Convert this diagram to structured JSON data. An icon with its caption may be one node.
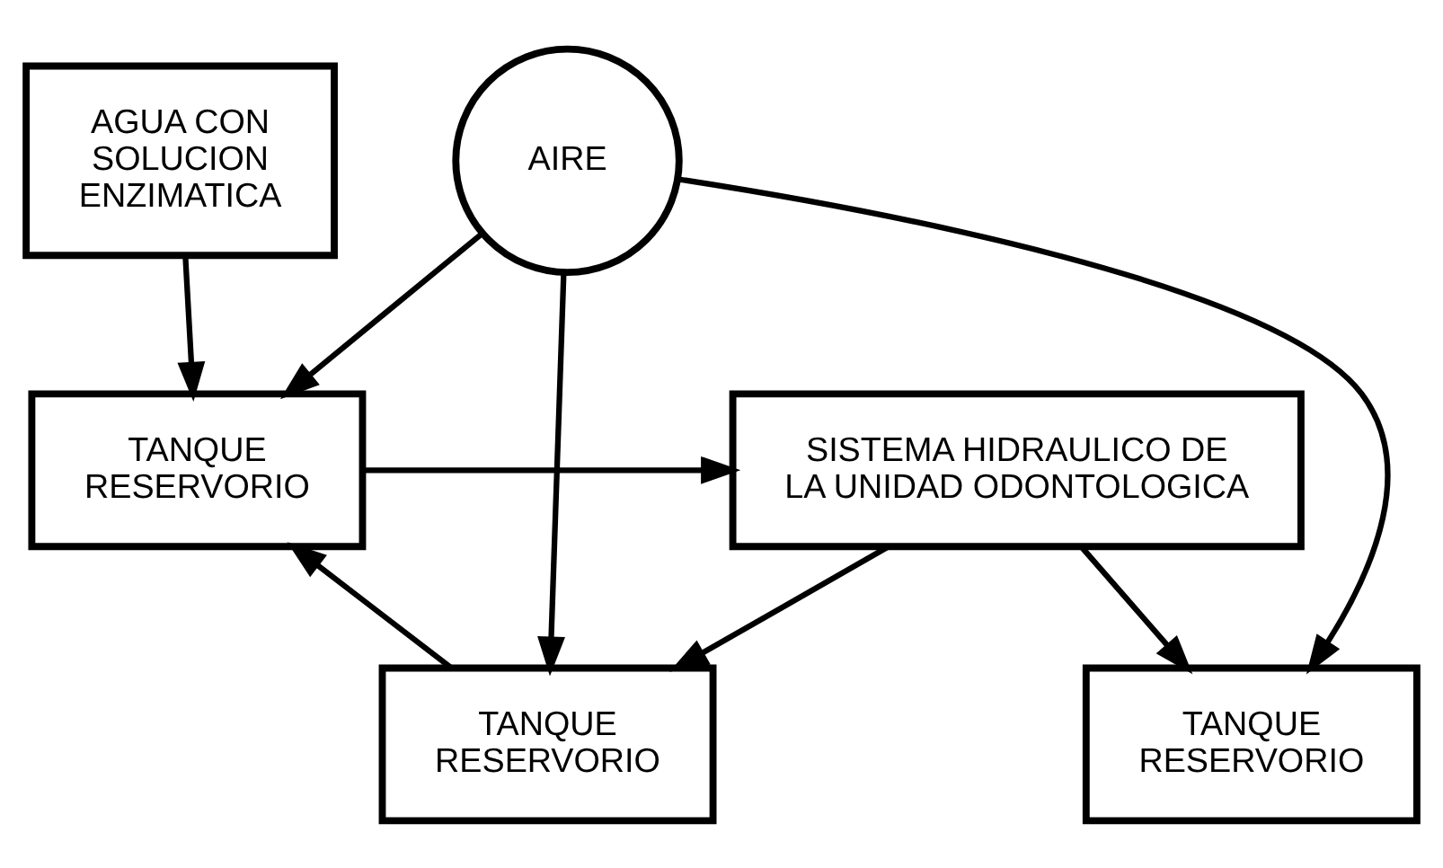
{
  "diagram": {
    "nodes": [
      {
        "text": [
          "AIRE"
        ]
      },
      {
        "text": [
          "AGUA CON SOLUCION ENZIMATICA"
        ]
      },
      {
        "text": [
          "TANQUE RESERVORIO"
        ]
      },
      {
        "text": [
          "SISTEMA HIDRAULICO DE LA UNIDAD ODONTOLOGICA"
        ]
      },
      {
        "text": [
          "TANQUE RESERVORIO"
        ]
      },
      {
        "text": [
          "TANQUE RESERVORIO"
        ]
      }
    ],
    "edges": [
      {
        "from": 0,
        "to": 2,
        "arrow": "to"
      },
      {
        "from": 1,
        "to": 2,
        "arrow": "to"
      },
      {
        "from": 2,
        "to": 3,
        "arrow": "to"
      },
      {
        "from": 3,
        "to": 5,
        "arrow": "to"
      },
      {
        "from": 3,
        "to": 4,
        "arrow": "to"
      },
      {
        "from": 4,
        "to": 2,
        "arrow": "to"
      },
      {
        "from": 0,
        "to": 4,
        "arrow": "to"
      },
      {
        "from": 0,
        "to": 5,
        "arrow": "to"
      }
    ]
  }
}
